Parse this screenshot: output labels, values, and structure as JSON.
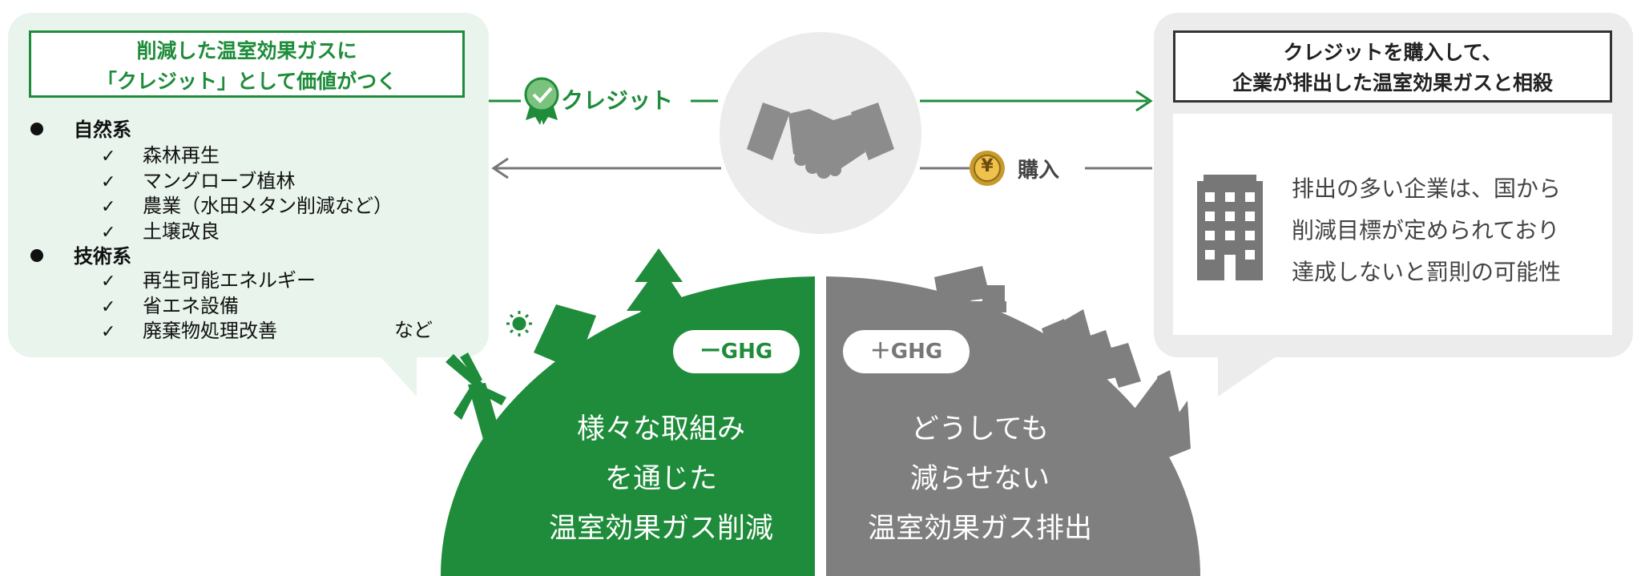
{
  "left_panel": {
    "title_line1": "削減した温室効果ガスに",
    "title_line2": "「クレジット」として価値がつく",
    "categories": [
      {
        "label": "自然系",
        "items": [
          "森林再生",
          "マングローブ植林",
          "農業（水田メタン削減など）",
          "土壌改良"
        ]
      },
      {
        "label": "技術系",
        "items": [
          "再生可能エネルギー",
          "省エネ設備",
          "廃棄物処理改善"
        ]
      }
    ],
    "etc": "など"
  },
  "right_panel": {
    "title_line1": "クレジットを購入して、",
    "title_line2": "企業が排出した温室効果ガスと相殺",
    "text_lines": [
      "排出の多い企業は、国から",
      "削減目標が定められており",
      "達成しないと罰則の可能性"
    ]
  },
  "flow": {
    "credit_label": "クレジット",
    "purchase_label": "購入",
    "yen_symbol": "¥"
  },
  "bottom": {
    "minus_pill": "ーGHG",
    "plus_pill": "＋GHG",
    "left_lines": [
      "様々な取組み",
      "を通じた",
      "温室効果ガス削減"
    ],
    "right_lines": [
      "どうしても",
      "減らせない",
      "温室効果ガス排出"
    ]
  },
  "colors": {
    "green": "#1e8c3a",
    "gray": "#7f7f7f",
    "light_green": "#e8f4ec",
    "light_gray": "#ececec"
  },
  "icons": [
    "handshake-icon",
    "credit-badge-icon",
    "yen-coin-icon",
    "office-building-icon",
    "tree-icon",
    "solar-panel-icon",
    "sun-icon",
    "windmill-icon",
    "dump-truck-icon",
    "city-buildings-icon",
    "factory-icon"
  ]
}
